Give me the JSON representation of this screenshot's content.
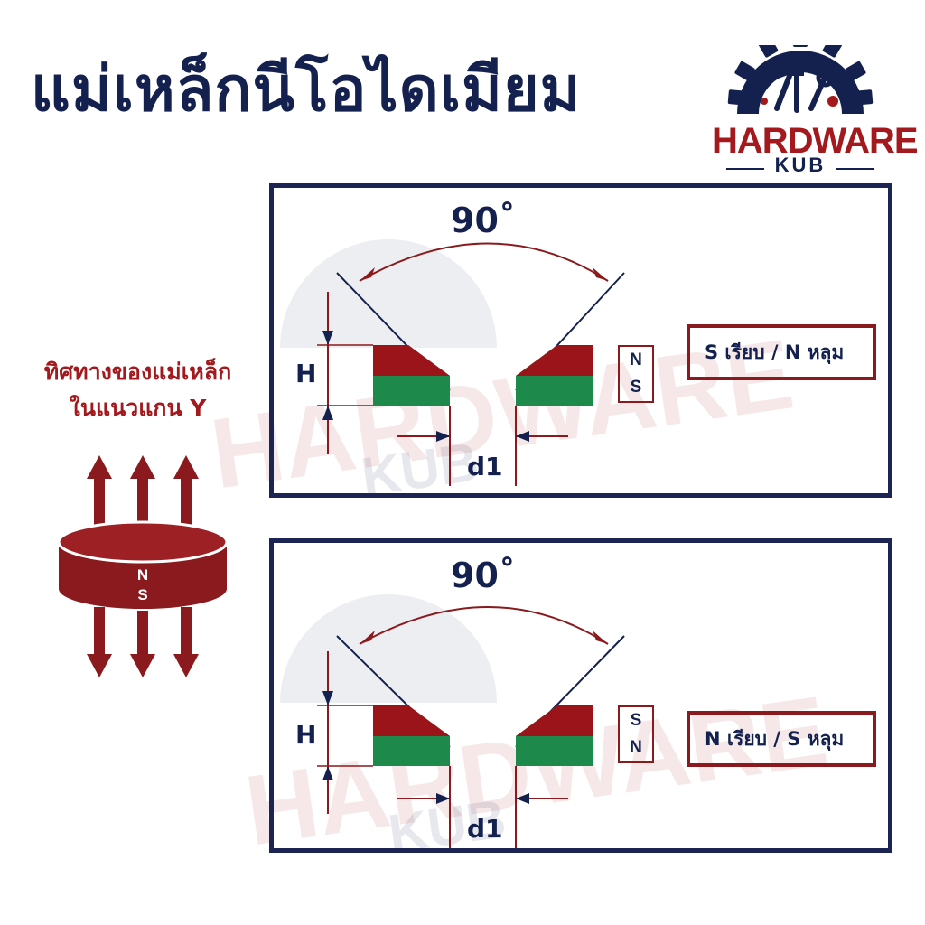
{
  "title": "แม่เหล็กนีโอไดเมียม",
  "logo": {
    "brand": "HARDWARE",
    "sub": "KUB"
  },
  "side": {
    "line1": "ทิศทางของแม่เหล็ก",
    "line2": "ในแนวแกน Y",
    "magnet_n": "N",
    "magnet_s": "S"
  },
  "panels": [
    {
      "angle": "90˚",
      "h_label": "H",
      "d_label": "d1",
      "pole_top": "N",
      "pole_bottom": "S",
      "description": "S เรียบ / N หลุม"
    },
    {
      "angle": "90˚",
      "h_label": "H",
      "d_label": "d1",
      "pole_top": "S",
      "pole_bottom": "N",
      "description": "N เรียบ / S หลุม"
    }
  ],
  "colors": {
    "navy": "#14214f",
    "red": "#a3191d",
    "green": "#1d8a4c",
    "dark_red": "#8a1a1d"
  },
  "icons": {
    "logo": "gear-tools-icon",
    "arrows": "up-down-arrows-icon"
  }
}
